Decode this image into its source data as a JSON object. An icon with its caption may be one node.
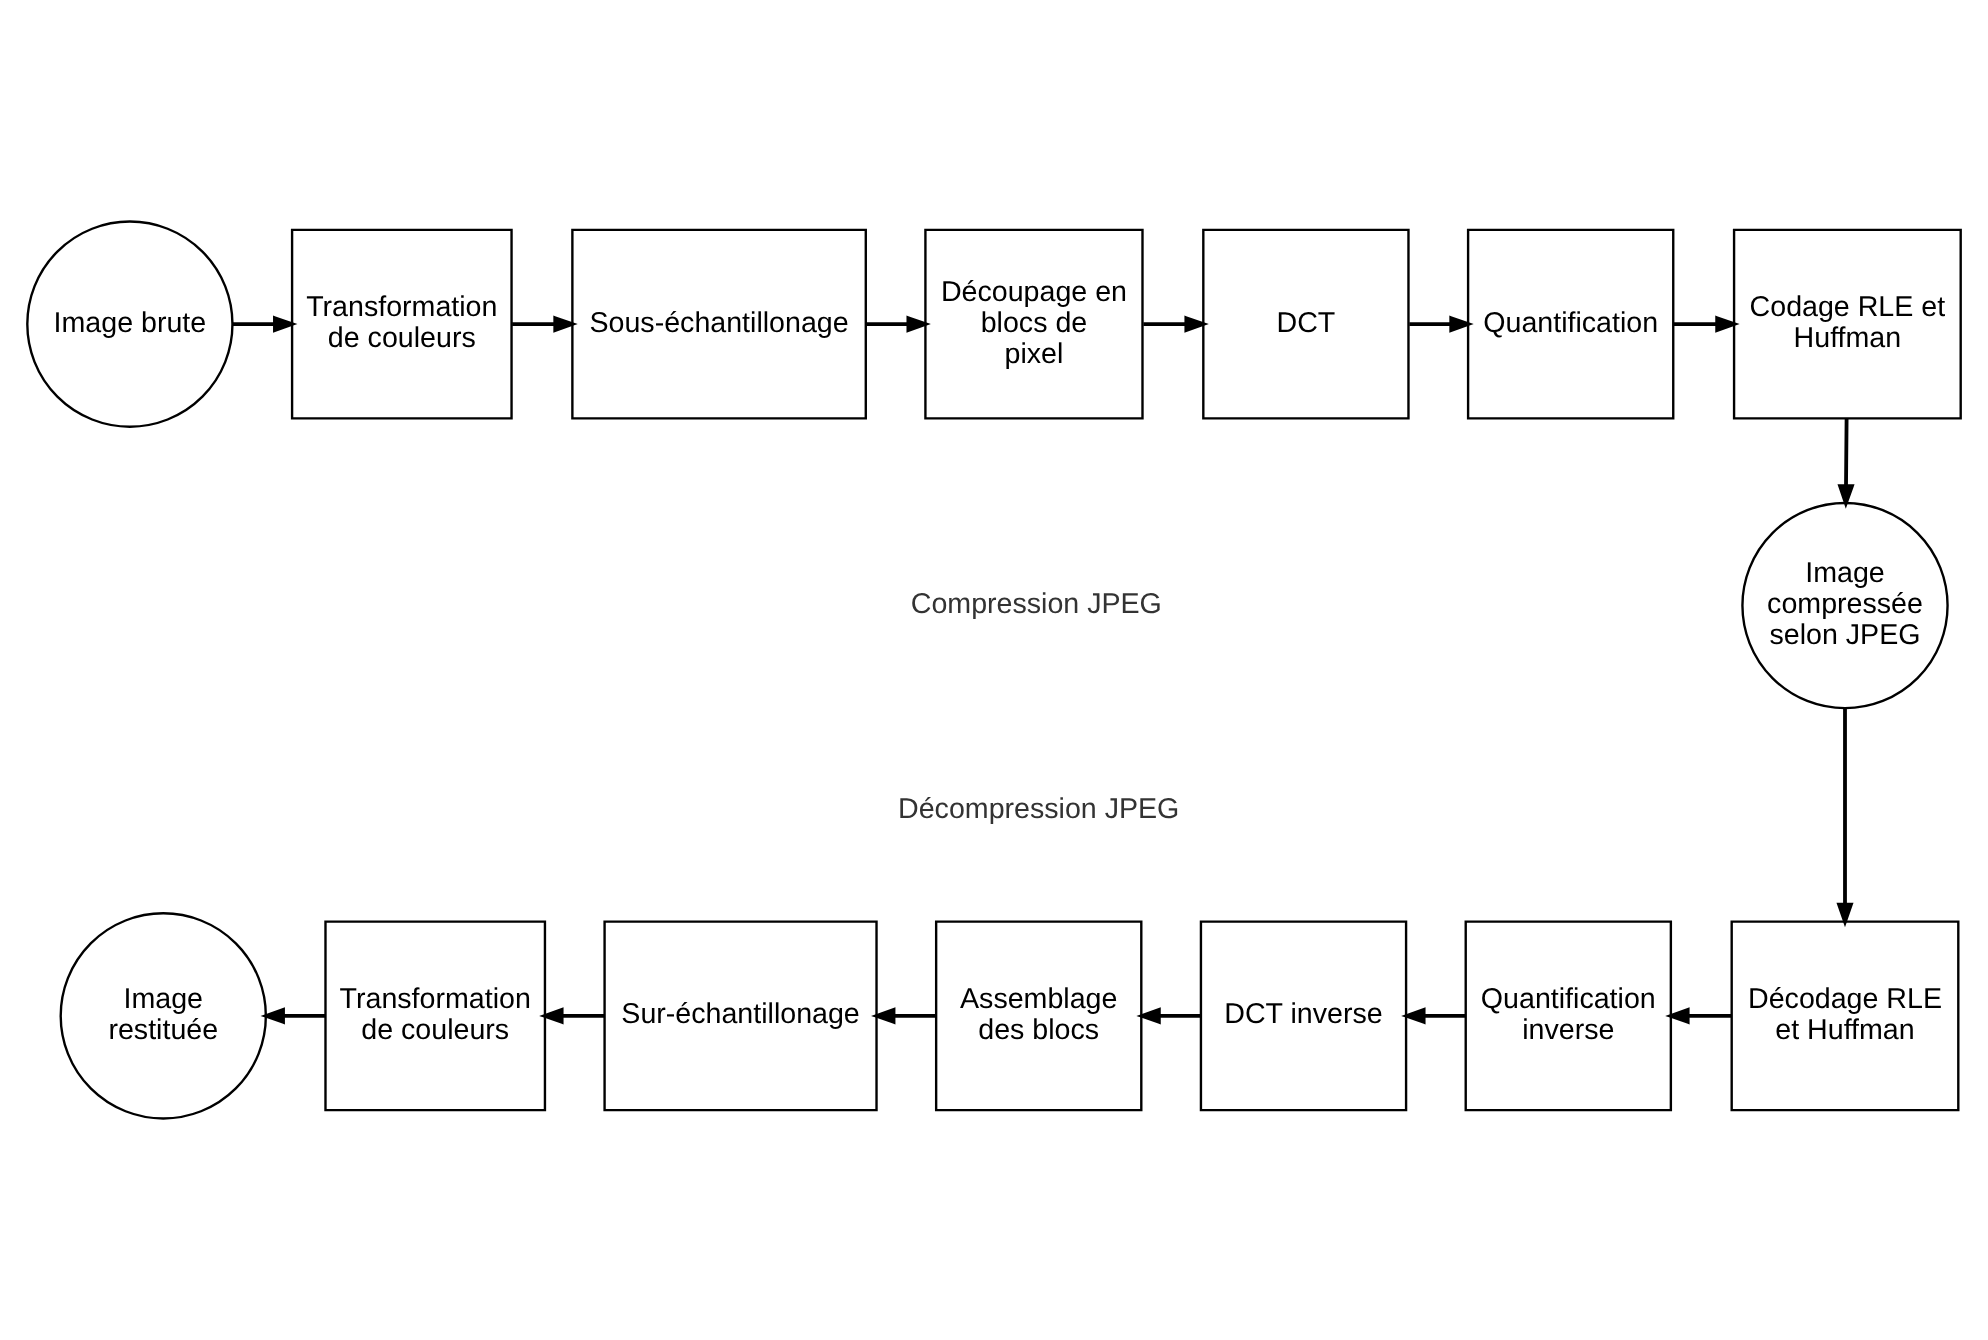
{
  "diagram": {
    "nodes": [
      {
        "text": [
          "Image brute"
        ]
      },
      {
        "text": [
          "Transformation de couleurs"
        ]
      },
      {
        "text": [
          "Sous-échantillonage"
        ]
      },
      {
        "text": [
          "Découpage en blocs de pixel"
        ]
      },
      {
        "text": [
          "DCT"
        ]
      },
      {
        "text": [
          "Quantification"
        ]
      },
      {
        "text": [
          "Codage RLE et Huffman"
        ]
      },
      {
        "text": [
          "Image compressée selon JPEG"
        ]
      },
      {
        "text": [
          "Décodage RLE et Huffman"
        ]
      },
      {
        "text": [
          "Quantification inverse"
        ]
      },
      {
        "text": [
          "DCT inverse"
        ]
      },
      {
        "text": [
          "Assemblage des blocs"
        ]
      },
      {
        "text": [
          "Sur-échantillonage"
        ]
      },
      {
        "text": [
          "Transformation de couleurs"
        ]
      },
      {
        "text": [
          "Image restituée"
        ]
      }
    ],
    "edges": [
      {
        "from": 0,
        "to": 1,
        "arrow": "to"
      },
      {
        "from": 1,
        "to": 2,
        "arrow": "to"
      },
      {
        "from": 2,
        "to": 3,
        "arrow": "to"
      },
      {
        "from": 3,
        "to": 4,
        "arrow": "to"
      },
      {
        "from": 4,
        "to": 5,
        "arrow": "to"
      },
      {
        "from": 5,
        "to": 6,
        "arrow": "to"
      },
      {
        "from": 6,
        "to": 7,
        "arrow": "to"
      },
      {
        "from": 7,
        "to": 8,
        "arrow": "to"
      },
      {
        "from": 8,
        "to": 9,
        "arrow": "to"
      },
      {
        "from": 9,
        "to": 10,
        "arrow": "to"
      },
      {
        "from": 10,
        "to": 11,
        "arrow": "to"
      },
      {
        "from": 11,
        "to": 12,
        "arrow": "to"
      },
      {
        "from": 12,
        "to": 13,
        "arrow": "to"
      },
      {
        "from": 13,
        "to": 14,
        "arrow": "to"
      }
    ],
    "labels": [
      "Compression JPEG",
      "Décompression JPEG"
    ]
  }
}
